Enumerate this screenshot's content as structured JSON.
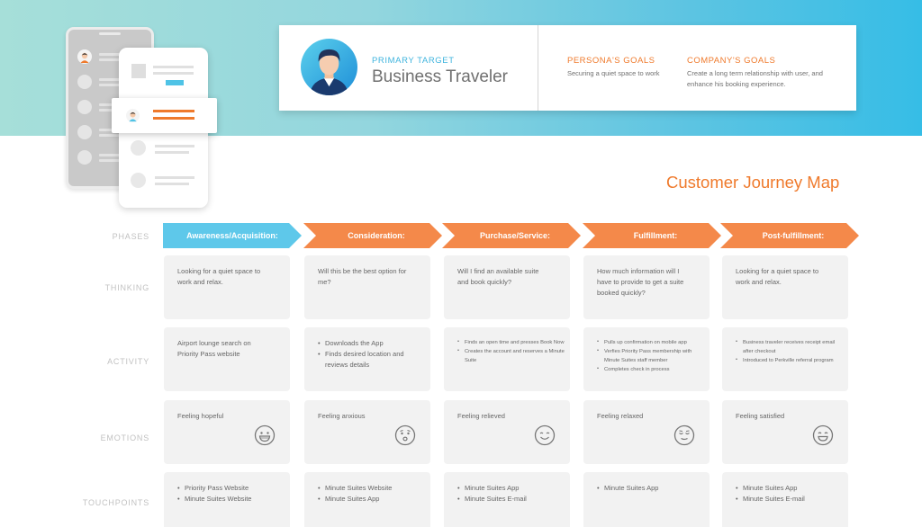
{
  "persona": {
    "label": "PRIMARY TARGET",
    "name": "Business Traveler",
    "goals": [
      {
        "heading": "PERSONA'S GOALS",
        "text": "Securing a quiet space to work"
      },
      {
        "heading": "COMPANY'S GOALS",
        "text": "Create a long term relationship with user, and enhance his booking experience."
      }
    ]
  },
  "map_title": "Customer Journey Map",
  "row_labels": {
    "phases": "PHASES",
    "thinking": "THINKING",
    "activity": "ACTIVITY",
    "emotions": "EMOTIONS",
    "touchpoints": "TOUCHPOINTS"
  },
  "colors": {
    "orange": "#ef7a2c",
    "blue": "#5ec8ea",
    "cell_bg": "#f2f2f2"
  },
  "phases": [
    {
      "label": "Awareness/Acquisition:",
      "color": "#5ec8ea",
      "thinking": "Looking for a quiet space to work and relax.",
      "activity": [
        "Airport lounge search on Priority Pass website"
      ],
      "emotion": {
        "label": "Feeling hopeful",
        "icon": "grin-face-icon"
      },
      "touchpoints": [
        "Priority Pass Website",
        "Minute Suites Website"
      ]
    },
    {
      "label": "Consideration:",
      "color": "#f4894a",
      "thinking": "Will this be the best option for me?",
      "activity": [
        "Downloads the App",
        "Finds desired location and reviews details"
      ],
      "emotion": {
        "label": "Feeling anxious",
        "icon": "worried-face-icon"
      },
      "touchpoints": [
        "Minute Suites Website",
        "Minute Suites App"
      ]
    },
    {
      "label": "Purchase/Service:",
      "color": "#f4894a",
      "thinking": "Will I find an available suite and book quickly?",
      "activity": [
        "Finds an open time and presses Book Now",
        "Creates the account and reserves a Minute Suite"
      ],
      "emotion": {
        "label": "Feeling relieved",
        "icon": "smile-face-icon"
      },
      "touchpoints": [
        "Minute Suites App",
        "Minute Suites E-mail"
      ]
    },
    {
      "label": "Fulfillment:",
      "color": "#f4894a",
      "thinking": "How much information will I have to provide to get a suite booked quickly?",
      "activity": [
        "Pulls up confirmation on mobile app",
        "Verfies Priority Pass membership with Minute Suites staff member",
        "Completes check in process"
      ],
      "emotion": {
        "label": "Feeling relaxed",
        "icon": "relaxed-face-icon"
      },
      "touchpoints": [
        "Minute Suites App"
      ]
    },
    {
      "label": "Post-fulfillment:",
      "color": "#f4894a",
      "thinking": "Looking for a quiet space to work and relax.",
      "activity": [
        "Business traveler receives receipt email after checkout",
        "Introduced to Perkville referral program"
      ],
      "emotion": {
        "label": "Feeling satisfied",
        "icon": "happy-face-icon"
      },
      "touchpoints": [
        "Minute Suites App",
        "Minute Suites E-mail"
      ]
    }
  ]
}
